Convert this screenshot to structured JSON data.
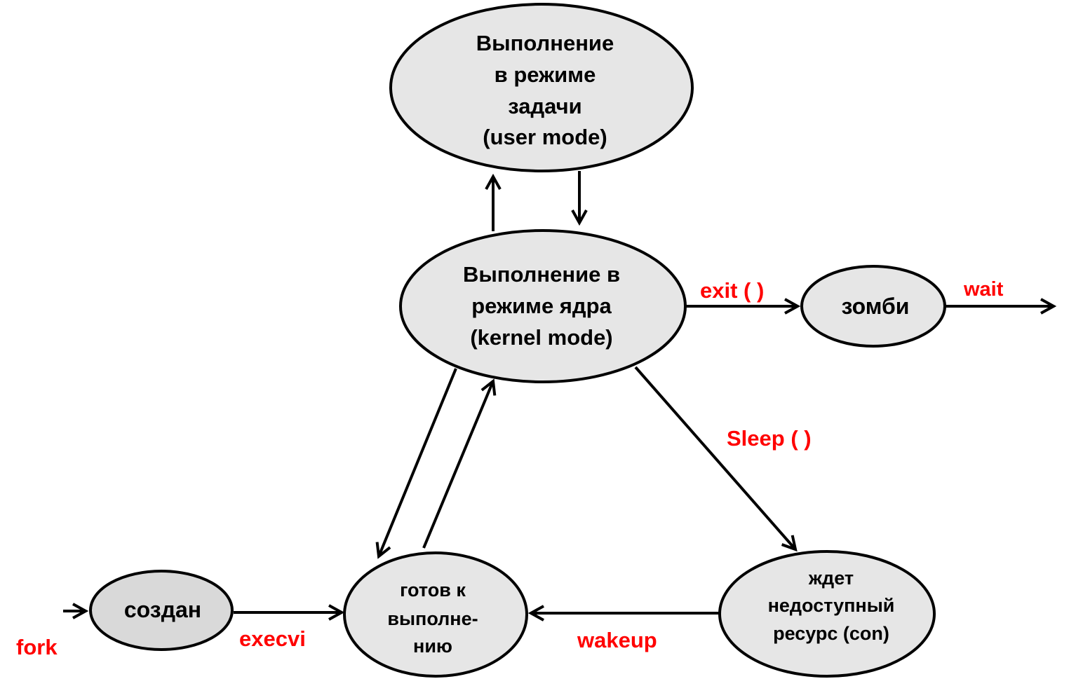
{
  "colors": {
    "node_fill": "#e6e6e6",
    "node_fill_created": "#d9d9d9",
    "outline": "#000000",
    "transition_label": "#ff0000",
    "background": "#ffffff"
  },
  "states": {
    "user_mode": {
      "line1": "Выполнение",
      "line2": "в режиме",
      "line3": "задачи",
      "line4": "(user mode)"
    },
    "kernel_mode": {
      "line1": "Выполнение в",
      "line2": "режиме ядра",
      "line3": "(kernel mode)"
    },
    "zombie": {
      "line1": "зомби"
    },
    "created": {
      "line1": "создан"
    },
    "ready": {
      "line1": "готов к",
      "line2": "выполне-",
      "line3": "нию"
    },
    "waiting": {
      "line1": "ждет",
      "line2": "недоступный",
      "line3": "ресурс (con)"
    }
  },
  "transitions": {
    "exit": "exit ( )",
    "wait": "wait",
    "sleep": "Sleep ( )",
    "wakeup": "wakeup",
    "execvi": "execvi",
    "fork": "fork"
  }
}
